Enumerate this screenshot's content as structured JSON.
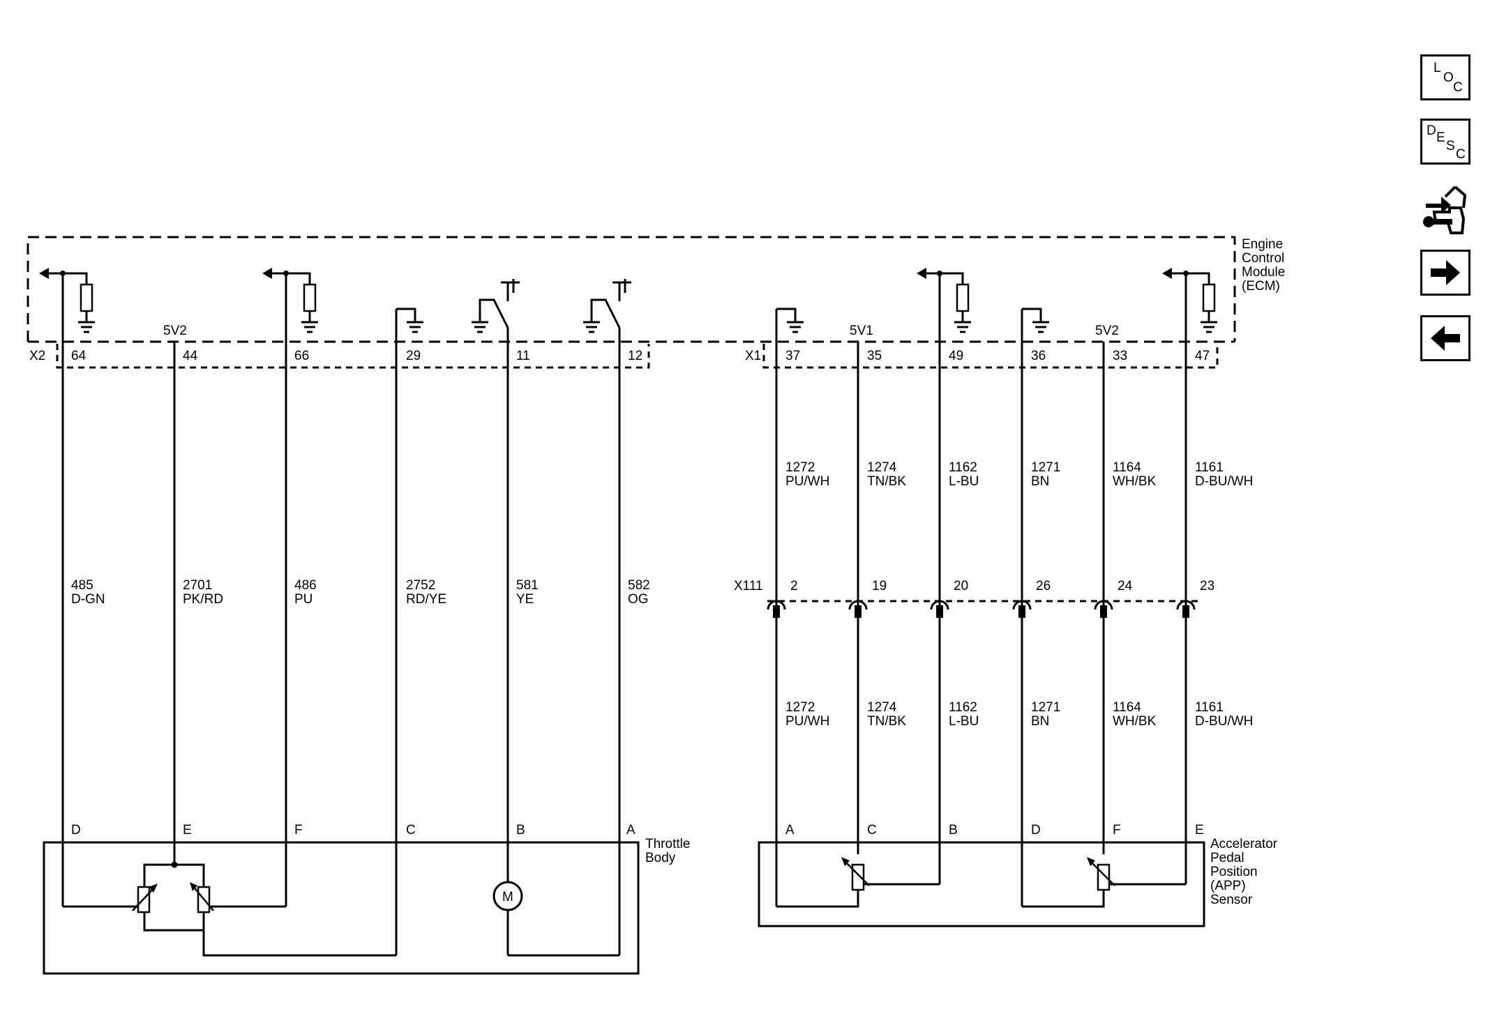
{
  "ecm": {
    "name_lines": [
      "Engine",
      "Control",
      "Module",
      "(ECM)"
    ]
  },
  "connectors": {
    "x2": {
      "id": "X2",
      "pins": [
        "64",
        "44",
        "66",
        "29",
        "11",
        "12"
      ],
      "supply": "5V2"
    },
    "x1": {
      "id": "X1",
      "pins": [
        "37",
        "35",
        "49",
        "36",
        "33",
        "47"
      ],
      "supply_a": "5V1",
      "supply_b": "5V2"
    },
    "x111": {
      "id": "X111",
      "pins": [
        "2",
        "19",
        "20",
        "26",
        "24",
        "23"
      ]
    }
  },
  "throttle_wires": [
    {
      "circuit": "485",
      "color": "D-GN",
      "terminal": "D"
    },
    {
      "circuit": "2701",
      "color": "PK/RD",
      "terminal": "E"
    },
    {
      "circuit": "486",
      "color": "PU",
      "terminal": "F"
    },
    {
      "circuit": "2752",
      "color": "RD/YE",
      "terminal": "C"
    },
    {
      "circuit": "581",
      "color": "YE",
      "terminal": "B"
    },
    {
      "circuit": "582",
      "color": "OG",
      "terminal": "A"
    }
  ],
  "app_wires": [
    {
      "circuit": "1272",
      "color": "PU/WH",
      "terminal": "A"
    },
    {
      "circuit": "1274",
      "color": "TN/BK",
      "terminal": "C"
    },
    {
      "circuit": "1162",
      "color": "L-BU",
      "terminal": "B"
    },
    {
      "circuit": "1271",
      "color": "BN",
      "terminal": "D"
    },
    {
      "circuit": "1164",
      "color": "WH/BK",
      "terminal": "F"
    },
    {
      "circuit": "1161",
      "color": "D-BU/WH",
      "terminal": "E"
    }
  ],
  "throttle_body": {
    "name_lines": [
      "Throttle",
      "Body"
    ],
    "motor": "M"
  },
  "app_sensor": {
    "name_lines": [
      "Accelerator",
      "Pedal",
      "Position",
      "(APP)",
      "Sensor"
    ]
  },
  "nav": {
    "loc": [
      "L",
      "O",
      "C"
    ],
    "desc": [
      "D",
      "E",
      "S",
      "C"
    ],
    "icons": [
      "connector-wrench-icon",
      "arrow-right-icon",
      "arrow-left-icon"
    ]
  }
}
